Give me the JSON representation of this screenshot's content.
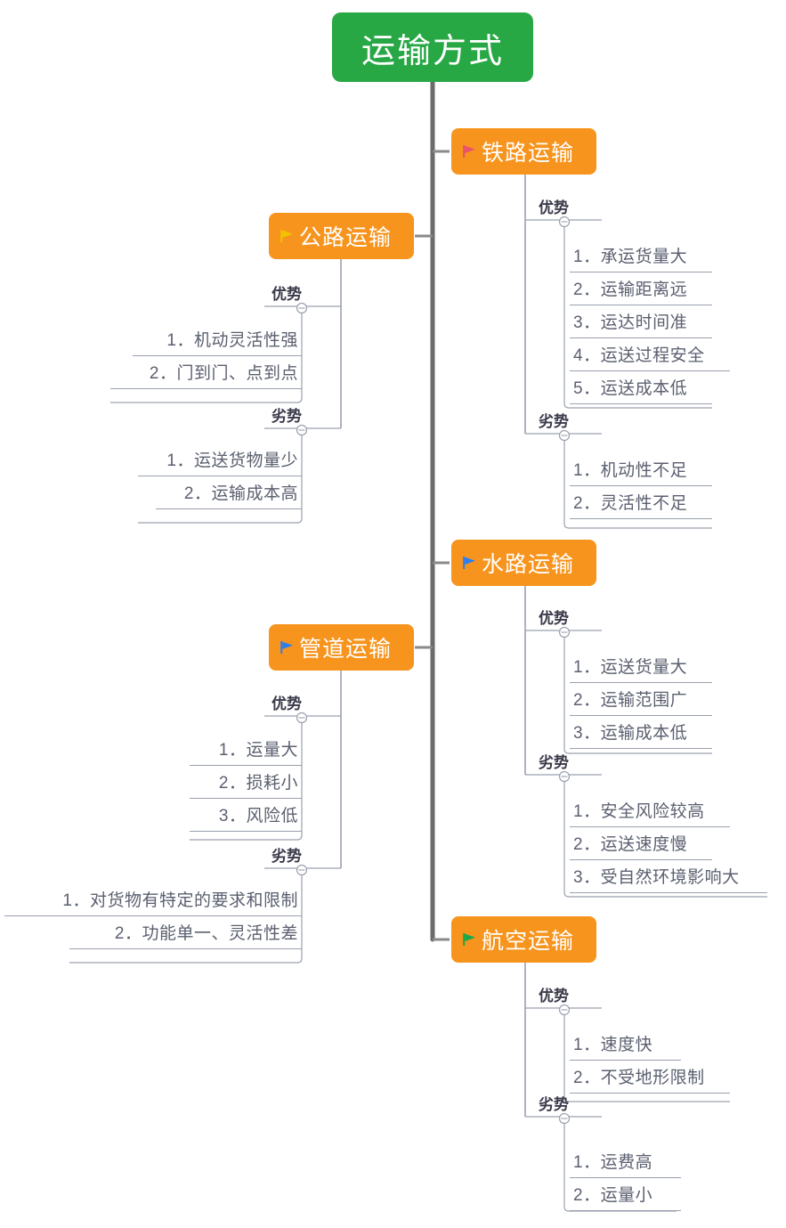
{
  "diagram": {
    "type": "mindmap",
    "title": "运输方式",
    "colors": {
      "root_fill": "#28a745",
      "topic_fill": "#f7941d",
      "root_text": "#ffffff",
      "topic_text": "#ffffff",
      "leaf_text": "#5b6070",
      "sublabel_text": "#3a3a4a",
      "trunk_line": "#6b6b6b",
      "branch_line": "#9aa0ae"
    },
    "root": {
      "label": "运输方式"
    },
    "branch_labels": {
      "pros": "优势",
      "cons": "劣势"
    },
    "topics": [
      {
        "id": "railway",
        "label": "铁路运输",
        "side": "right",
        "flag_color": "#e8526b",
        "flag_icon": "flag-icon",
        "pros_label": "优势",
        "pros": [
          "1．承运货量大",
          "2．运输距离远",
          "3．运达时间准",
          "4．运送过程安全",
          "5．运送成本低"
        ],
        "cons_label": "劣势",
        "cons": [
          "1．机动性不足",
          "2．灵活性不足"
        ]
      },
      {
        "id": "highway",
        "label": "公路运输",
        "side": "left",
        "flag_color": "#f2c300",
        "flag_icon": "flag-icon",
        "pros_label": "优势",
        "pros": [
          "1．机动灵活性强",
          "2．门到门、点到点"
        ],
        "cons_label": "劣势",
        "cons": [
          "1．运送货物量少",
          "2．运输成本高"
        ]
      },
      {
        "id": "waterway",
        "label": "水路运输",
        "side": "right",
        "flag_color": "#2f7ef0",
        "flag_icon": "flag-icon",
        "pros_label": "优势",
        "pros": [
          "1．运送货量大",
          "2．运输范围广",
          "3．运输成本低"
        ],
        "cons_label": "劣势",
        "cons": [
          "1．安全风险较高",
          "2．运送速度慢",
          "3．受自然环境影响大"
        ]
      },
      {
        "id": "pipeline",
        "label": "管道运输",
        "side": "left",
        "flag_color": "#2f7ef0",
        "flag_icon": "flag-icon",
        "pros_label": "优势",
        "pros": [
          "1．运量大",
          "2．损耗小",
          "3．风险低"
        ],
        "cons_label": "劣势",
        "cons": [
          "1．对货物有特定的要求和限制",
          "2．功能单一、灵活性差"
        ]
      },
      {
        "id": "aviation",
        "label": "航空运输",
        "side": "right",
        "flag_color": "#17a94a",
        "flag_icon": "flag-icon",
        "pros_label": "优势",
        "pros": [
          "1．速度快",
          "2．不受地形限制"
        ],
        "cons_label": "劣势",
        "cons": [
          "1．运费高",
          "2．运量小"
        ]
      }
    ]
  }
}
